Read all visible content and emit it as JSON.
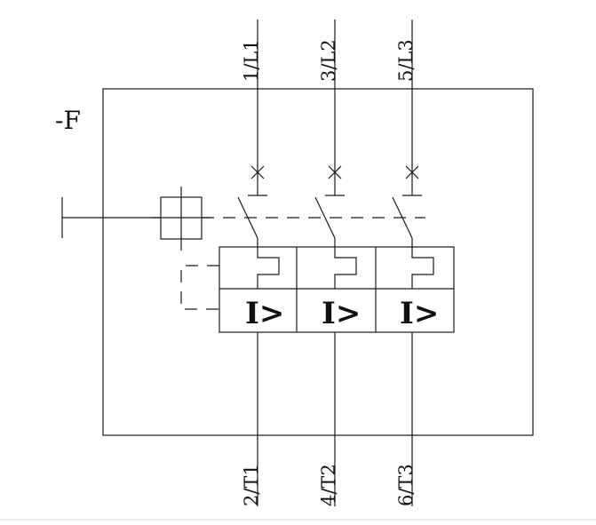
{
  "device_label": "-F",
  "terminals": {
    "top": [
      "1/L1",
      "3/L2",
      "5/L3"
    ],
    "bottom": [
      "2/T1",
      "4/T2",
      "6/T3"
    ]
  },
  "overload_symbol": "I>"
}
